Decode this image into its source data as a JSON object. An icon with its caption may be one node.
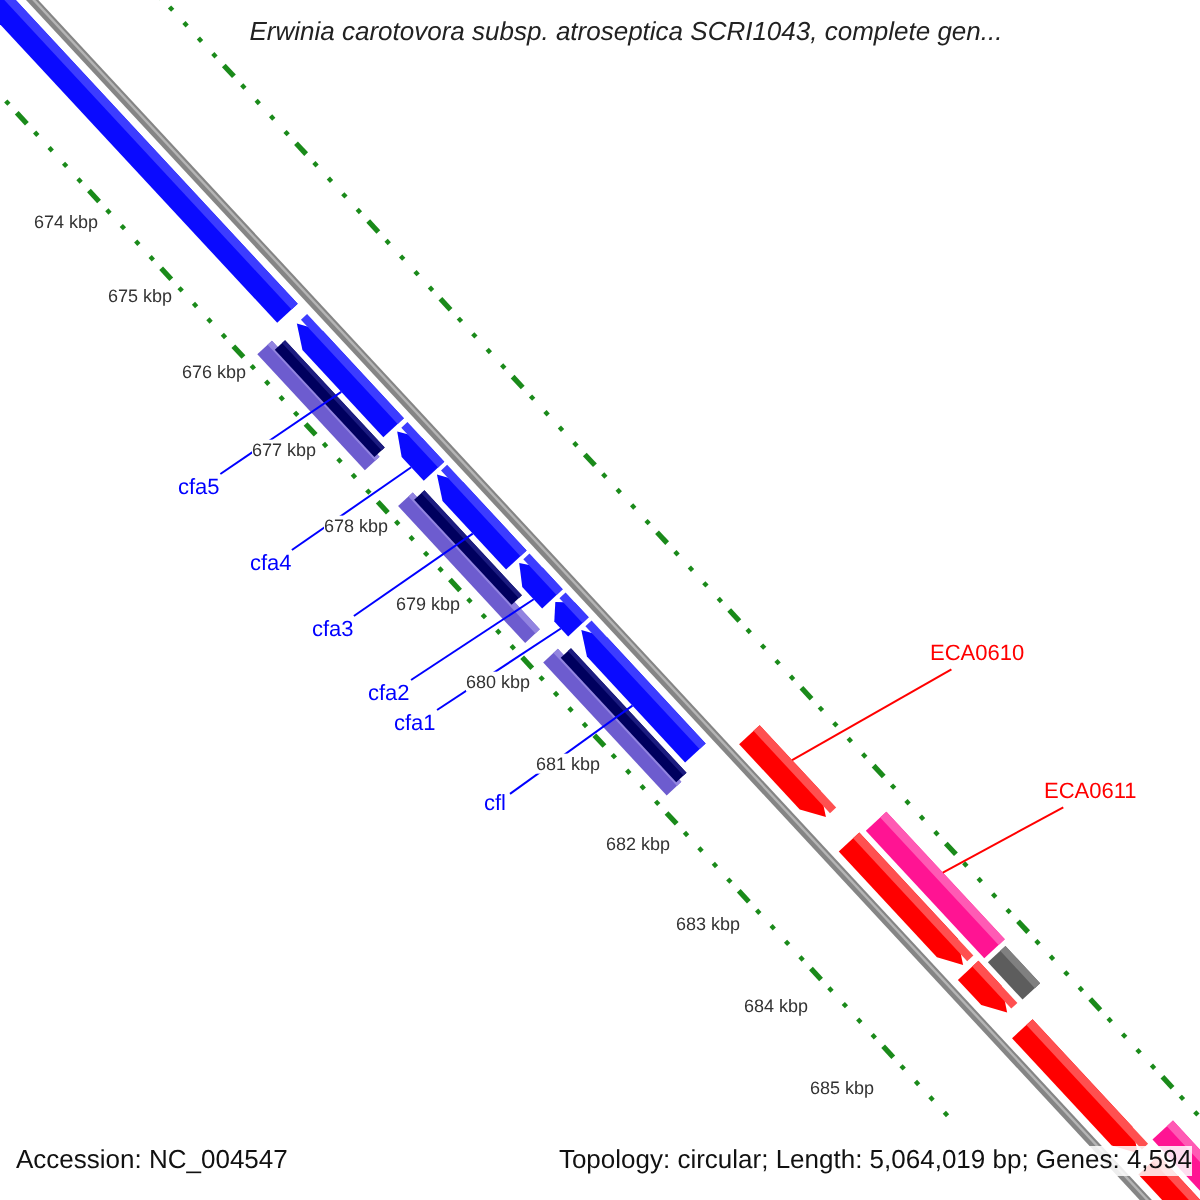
{
  "diagram": {
    "title": "Erwinia carotovora subsp. atroseptica SCRI1043, complete gen...",
    "nodes": [
      {
        "text": [
          "cfa5"
        ]
      },
      {
        "text": [
          "cfa4"
        ]
      },
      {
        "text": [
          "cfa3"
        ]
      },
      {
        "text": [
          "cfa2"
        ]
      },
      {
        "text": [
          "cfa1"
        ]
      },
      {
        "text": [
          "cfl"
        ]
      },
      {
        "text": [
          "ECA0610"
        ]
      },
      {
        "text": [
          "ECA0611"
        ]
      },
      {
        "text": [],
        "shape": "pentagon"
      },
      {
        "text": [],
        "shape": "pentagon"
      },
      {
        "text": [],
        "shape": "pentagon"
      },
      {
        "text": [],
        "shape": "pentagon"
      },
      {
        "text": [],
        "shape": "pentagon"
      },
      {
        "text": [],
        "shape": "pentagon"
      },
      {
        "text": [],
        "shape": "pentagon"
      },
      {
        "text": [],
        "shape": "bar"
      }
    ],
    "edges": [
      {
        "from": 0,
        "to": 8,
        "arrow": "none"
      },
      {
        "from": 1,
        "to": 9,
        "arrow": "none"
      },
      {
        "from": 2,
        "to": 10,
        "arrow": "none"
      },
      {
        "from": 3,
        "to": 11,
        "arrow": "none"
      },
      {
        "from": 4,
        "to": 12,
        "arrow": "none"
      },
      {
        "from": 5,
        "to": 13,
        "arrow": "none"
      },
      {
        "from": 6,
        "to": 14,
        "arrow": "none",
        "color": "#ff0000"
      },
      {
        "from": 7,
        "to": 15,
        "arrow": "none",
        "color": "#ff0000"
      }
    ],
    "labels": [
      "674 kbp",
      "675 kbp",
      "676 kbp",
      "677 kbp",
      "678 kbp",
      "679 kbp",
      "680 kbp",
      "681 kbp",
      "682 kbp",
      "683 kbp",
      "684 kbp",
      "685 kbp",
      "Accession: NC_004547",
      "Topology: circular; Length: 5,064,019 bp; Genes: 4,594"
    ]
  }
}
